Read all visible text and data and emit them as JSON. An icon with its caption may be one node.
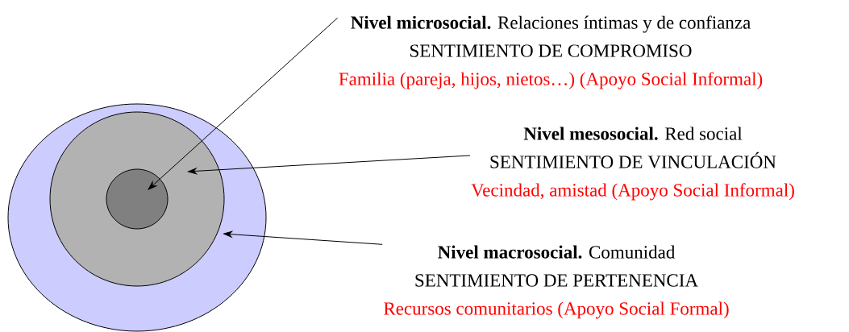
{
  "diagram": {
    "nodes": [
      {
        "text": [],
        "shape": "circle"
      },
      {
        "text": [],
        "shape": "circle",
        "in": 0
      },
      {
        "text": [],
        "shape": "circle",
        "in": 1
      },
      {
        "text": [
          "**Nivel microsocial.** Relaciones íntimas y de confianza",
          "SENTIMIENTO DE COMPROMISO",
          "Familia (pareja, hijos, nietos…) (Apoyo Social Informal)"
        ]
      },
      {
        "text": [
          "**Nivel mesosocial.** Red social",
          "SENTIMIENTO DE VINCULACIÓN",
          "Vecindad, amistad (Apoyo Social Informal)"
        ]
      },
      {
        "text": [
          "**Nivel macrosocial.** Comunidad",
          "SENTIMIENTO DE PERTENENCIA",
          "Recursos comunitarios (Apoyo Social Formal)"
        ]
      }
    ],
    "edges": [
      {
        "from": 3,
        "to": 2,
        "arrow": "to"
      },
      {
        "from": 4,
        "to": 1,
        "arrow": "to"
      },
      {
        "from": 5,
        "to": 0,
        "arrow": "to"
      }
    ]
  }
}
